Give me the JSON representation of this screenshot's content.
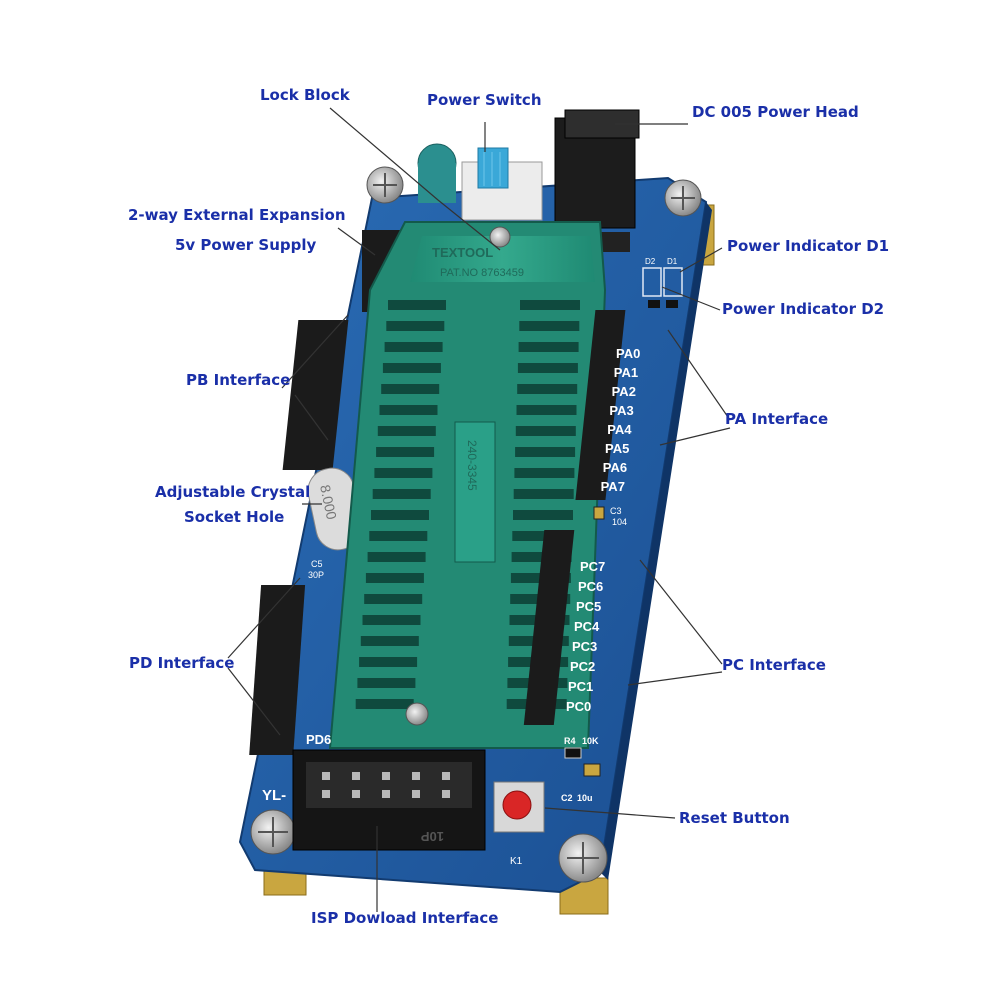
{
  "labels": {
    "lock_block": "Lock Block",
    "power_switch": "Power Switch",
    "dc_power_head": "DC 005 Power Head",
    "expansion_line1": "2-way External Expansion",
    "expansion_line2": "5v Power Supply",
    "power_indicator_d1": "Power Indicator D1",
    "power_indicator_d2": "Power Indicator D2",
    "pb_interface": "PB Interface",
    "pa_interface": "PA Interface",
    "crystal_line1": "Adjustable Crystal",
    "crystal_line2": "Socket Hole",
    "pd_interface": "PD Interface",
    "pc_interface": "PC Interface",
    "reset_button": "Reset Button",
    "isp_interface": "ISP Dowload Interface"
  },
  "board": {
    "socket_brand": "TEXTOOL",
    "socket_patent": "PAT.NO 8763459",
    "socket_part": "240-3345",
    "crystal_marking": "8.000",
    "pa_pins": [
      "PA0",
      "PA1",
      "PA2",
      "PA3",
      "PA4",
      "PA5",
      "PA6",
      "PA7"
    ],
    "pc_pins": [
      "PC7",
      "PC6",
      "PC5",
      "PC4",
      "PC3",
      "PC2",
      "PC1",
      "PC0"
    ],
    "pd_last_pin": "PD6",
    "cap_c3": "C3",
    "cap_c3_value": "104",
    "cap_c5": "C5",
    "cap_c5_value": "30P",
    "resistor_r4": "R4",
    "resistor_r4_value": "10K",
    "cap_c2": "C2",
    "cap_c2_value": "10u",
    "switch_k1": "K1",
    "isp_header_marking": "10P",
    "board_name": "YL-",
    "led_d1": "D1",
    "led_d2": "D2"
  },
  "colors": {
    "label_text": "#1a2fa8",
    "pcb_blue": "#1f5fa8",
    "socket_green": "#2a9a82",
    "header_black": "#1b1b1b",
    "reset_red": "#d92626",
    "switch_blue": "#3aa8d8",
    "leader_line": "#333333"
  }
}
